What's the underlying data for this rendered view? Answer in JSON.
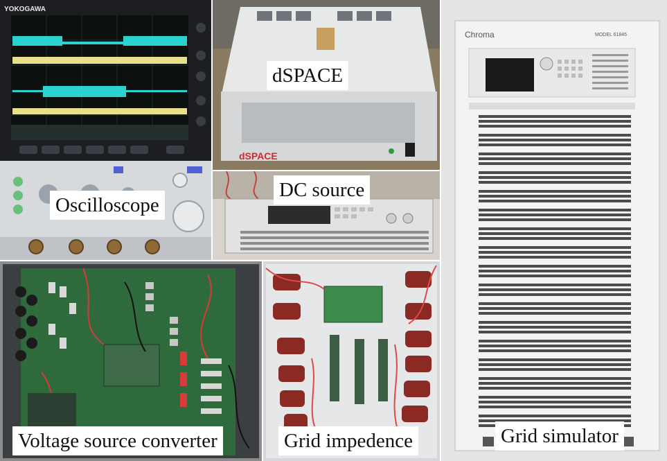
{
  "labels": {
    "oscilloscope": "Oscilloscope",
    "dspace": "dSPACE",
    "dc_source": "DC source",
    "voltage_source_converter": "Voltage source converter",
    "grid_impedence": "Grid impedence",
    "grid_simulator": "Grid simulator"
  },
  "device_markings": {
    "oscilloscope_brand": "YOKOGAWA",
    "dspace_brand": "dSPACE",
    "grid_simulator_brand": "Chroma",
    "grid_simulator_model": "MODEL 61845"
  },
  "colors": {
    "trace_cyan": "#2ad2d0",
    "trace_yellow": "#e8e08a",
    "dspace_red": "#d8262c",
    "wire_red": "#d83a3a",
    "pcb_green": "#2f6a3c",
    "inductor_red": "#8a2a22",
    "cabinet_grey": "#e9e9e9"
  }
}
